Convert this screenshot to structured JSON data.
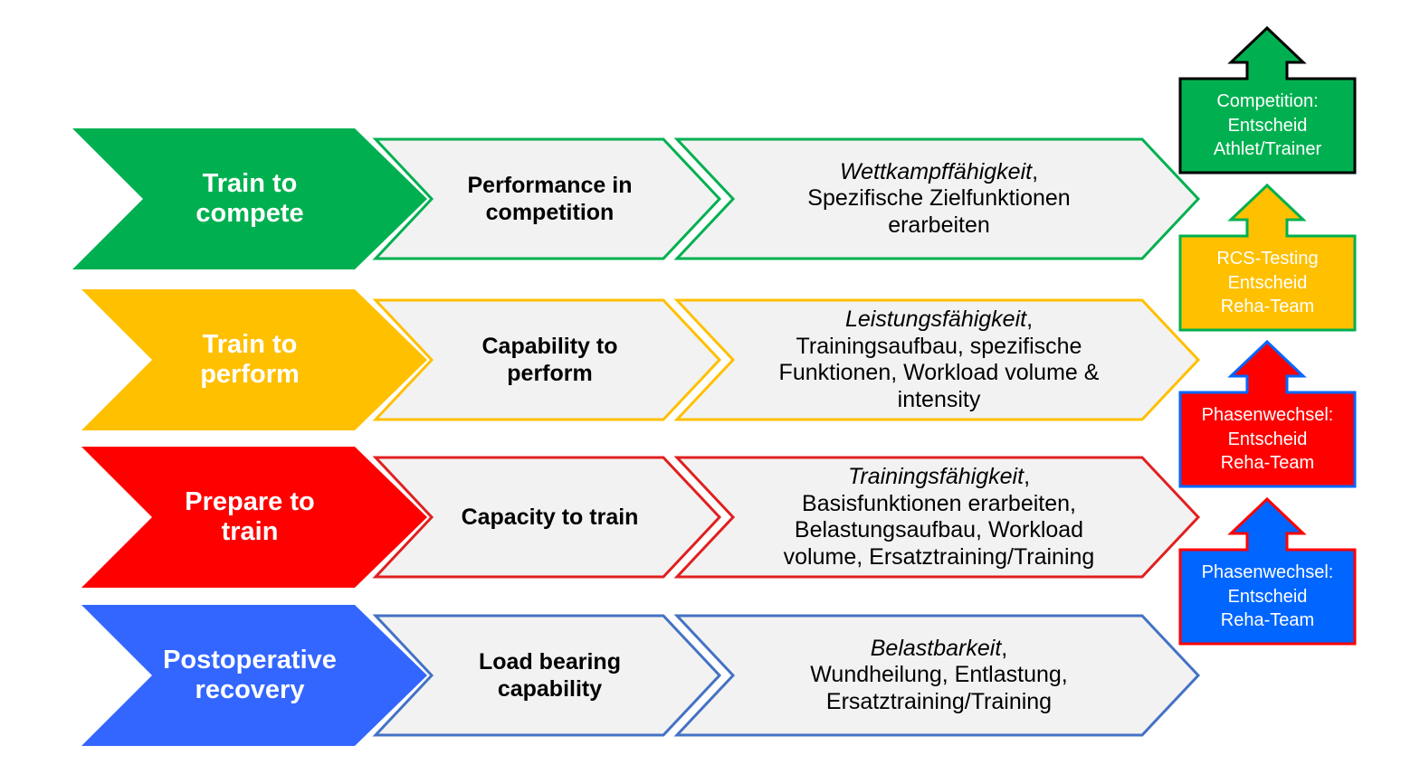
{
  "rows": [
    {
      "stage": [
        "Train to",
        "compete"
      ],
      "goal": [
        "Performance in",
        "competition"
      ],
      "desc_emph": "Wettkampffähigkeit",
      "desc_lines": [
        "Spezifische Zielfunktionen",
        "erarbeiten"
      ],
      "fill": "#00B050",
      "stroke": "#00B050"
    },
    {
      "stage": [
        "Train to",
        "perform"
      ],
      "goal": [
        "Capability to",
        "perform"
      ],
      "desc_emph": "Leistungsfähigkeit",
      "desc_lines": [
        "Trainingsaufbau, spezifische",
        "Funktionen, Workload volume &",
        "intensity"
      ],
      "fill": "#FFC000",
      "stroke": "#FFC000"
    },
    {
      "stage": [
        "Prepare to",
        "train"
      ],
      "goal": [
        "Capacity to train"
      ],
      "desc_emph": "Trainingsfähigkeit",
      "desc_lines": [
        "Basisfunktionen erarbeiten,",
        "Belastungsaufbau, Workload",
        "volume, Ersatztraining/Training"
      ],
      "fill": "#FF0000",
      "stroke": "#E02020"
    },
    {
      "stage": [
        "Postoperative",
        "recovery"
      ],
      "goal": [
        "Load bearing",
        "capability"
      ],
      "desc_emph": "Belastbarkeit",
      "desc_lines": [
        "Wundheilung, Entlastung,",
        "Ersatztraining/Training"
      ],
      "fill": "#3366FF",
      "stroke": "#4472C4"
    }
  ],
  "decisions": [
    {
      "lines": [
        "Competition:",
        "Entscheid",
        "Athlet/Trainer"
      ],
      "fill": "#00B050",
      "border": "#000000"
    },
    {
      "lines": [
        "RCS-Testing",
        "Entscheid",
        "Reha-Team"
      ],
      "fill": "#FFC000",
      "border": "#00B050"
    },
    {
      "lines": [
        "Phasenwechsel:",
        "Entscheid",
        "Reha-Team"
      ],
      "fill": "#FF0000",
      "border": "#0066FF"
    },
    {
      "lines": [
        "Phasenwechsel:",
        "Entscheid",
        "Reha-Team"
      ],
      "fill": "#0066FF",
      "border": "#FF0000"
    }
  ],
  "panel_fill": "#F2F2F2"
}
